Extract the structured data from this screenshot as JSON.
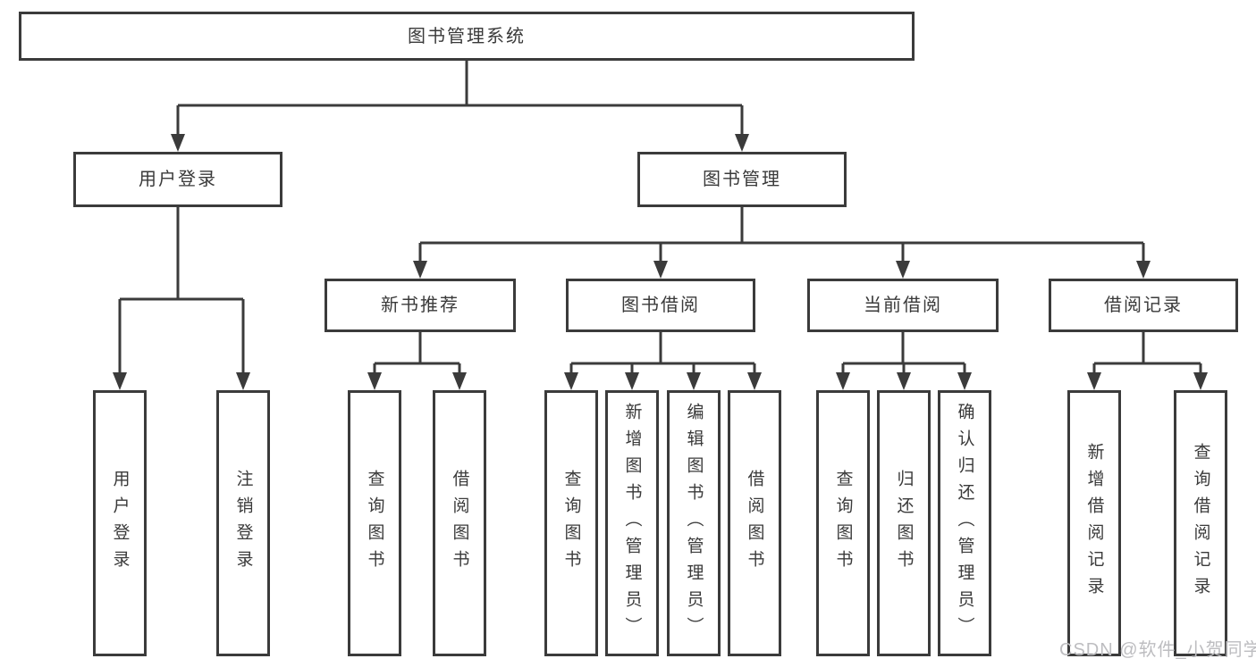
{
  "tree": {
    "root": {
      "label": "图书管理系统",
      "children": [
        {
          "label": "用户登录",
          "children": [
            {
              "label": "用户登录"
            },
            {
              "label": "注销登录"
            }
          ]
        },
        {
          "label": "图书管理",
          "children": [
            {
              "label": "新书推荐",
              "children": [
                {
                  "label": "查询图书"
                },
                {
                  "label": "借阅图书"
                }
              ]
            },
            {
              "label": "图书借阅",
              "children": [
                {
                  "label": "查询图书"
                },
                {
                  "label": "新增图书（管理员）"
                },
                {
                  "label": "编辑图书（管理员）"
                },
                {
                  "label": "借阅图书"
                }
              ]
            },
            {
              "label": "当前借阅",
              "children": [
                {
                  "label": "查询图书"
                },
                {
                  "label": "归还图书"
                },
                {
                  "label": "确认归还（管理员）"
                }
              ]
            },
            {
              "label": "借阅记录",
              "children": [
                {
                  "label": "新增借阅记录"
                },
                {
                  "label": "查询借阅记录"
                }
              ]
            }
          ]
        }
      ]
    }
  },
  "watermark": {
    "text": "CSDN @软件_小贺同学"
  },
  "colors": {
    "background": "#ffffff",
    "line": "#3b3b3b",
    "text": "#3a3a3a",
    "watermark": "#bdbdc0"
  }
}
